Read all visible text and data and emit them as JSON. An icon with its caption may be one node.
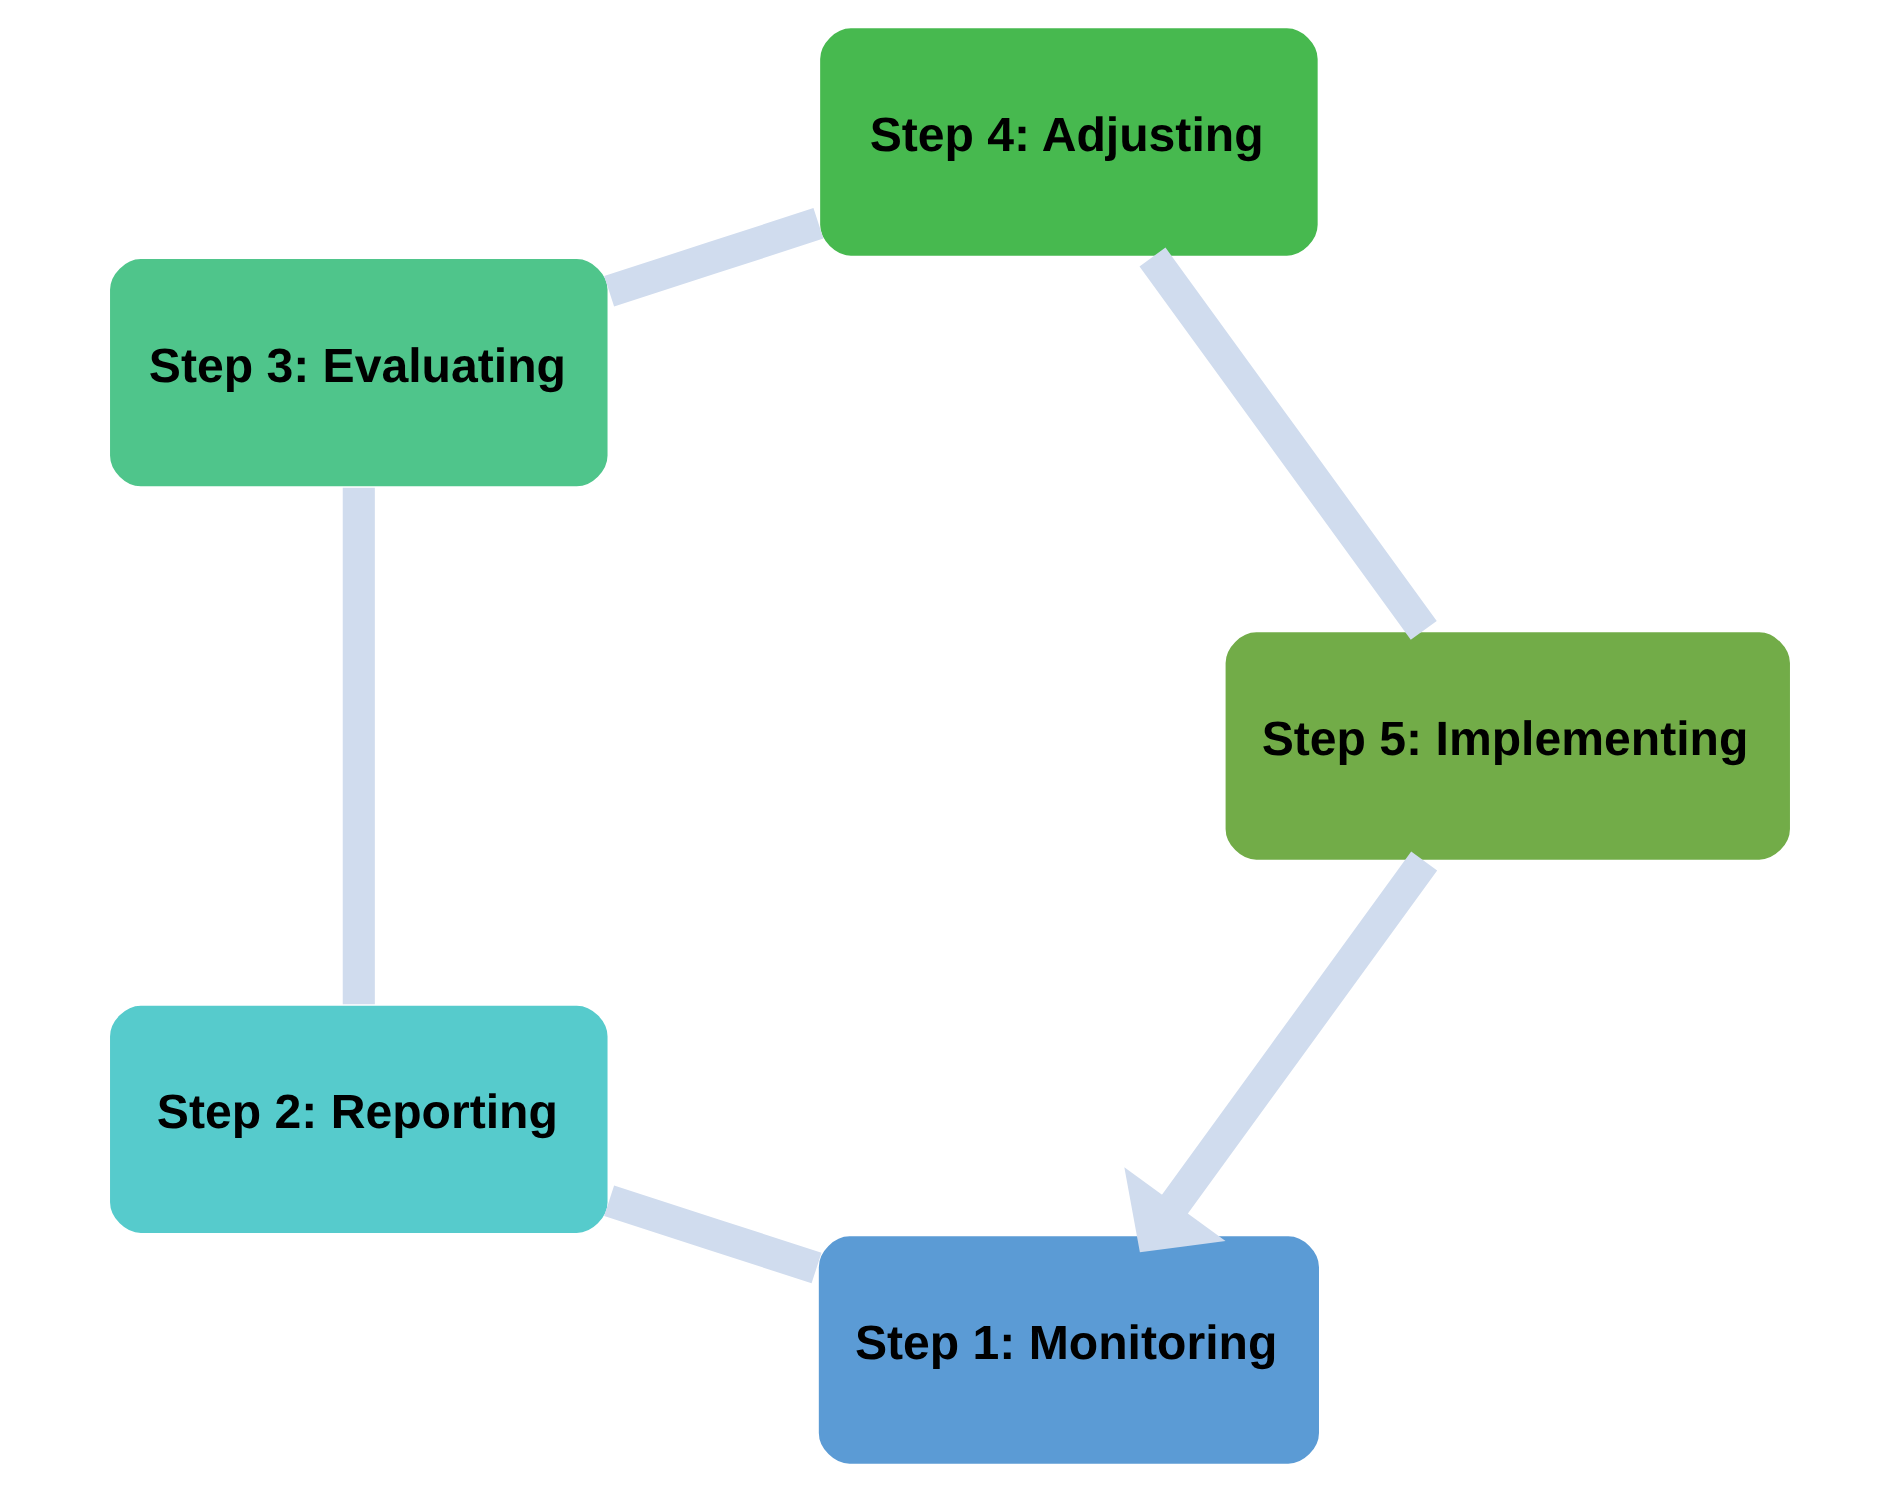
{
  "diagram": {
    "nodes": [
      {
        "text": [
          "Step 1: Monitoring"
        ]
      },
      {
        "text": [
          "Step 2: Reporting"
        ]
      },
      {
        "text": [
          "Step 3: Evaluating"
        ]
      },
      {
        "text": [
          "Step 4: Adjusting"
        ]
      },
      {
        "text": [
          "Step 5: Implementing"
        ]
      }
    ],
    "edges": [
      {
        "from": 0,
        "to": 1,
        "arrow": "none"
      },
      {
        "from": 1,
        "to": 2,
        "arrow": "none"
      },
      {
        "from": 2,
        "to": 3,
        "arrow": "none"
      },
      {
        "from": 3,
        "to": 4,
        "arrow": "none"
      },
      {
        "from": 4,
        "to": 0,
        "arrow": "to"
      }
    ]
  }
}
